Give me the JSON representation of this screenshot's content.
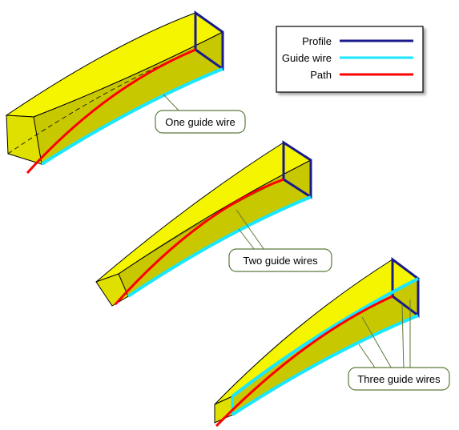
{
  "legend": {
    "items": [
      {
        "label": "Profile",
        "color": "#1a1a8c"
      },
      {
        "label": "Guide wire",
        "color": "#19e6ff"
      },
      {
        "label": "Path",
        "color": "#ff0000"
      }
    ]
  },
  "callouts": {
    "one": "One guide wire",
    "two": "Two guide wires",
    "three": "Three guide wires"
  },
  "colors": {
    "solid_fill": "#f5f500",
    "solid_shade": "#c8c800",
    "callout_stroke": "#5a7a3a"
  }
}
